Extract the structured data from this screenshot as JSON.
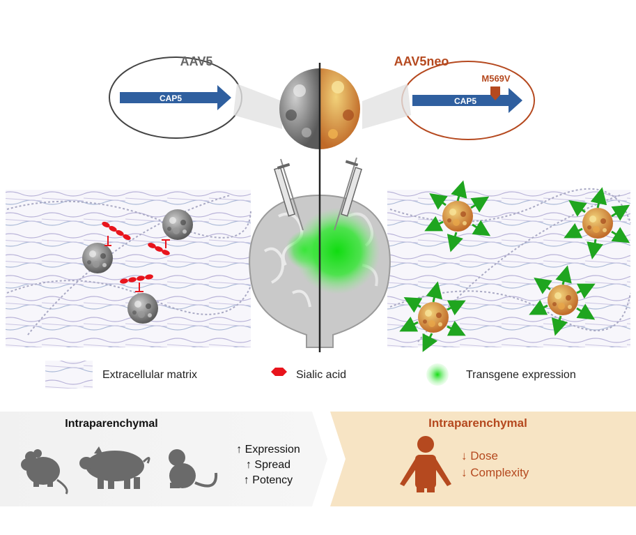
{
  "top": {
    "left_label": "AAV5",
    "left_gene": "CAP5",
    "right_label": "AAV5neo",
    "right_gene": "CAP5",
    "mutation": "M569V"
  },
  "legend": {
    "ecm": "Extracellular matrix",
    "sialic": "Sialic acid",
    "transgene": "Transgene expression"
  },
  "bottom": {
    "left_title": "Intraparenchymal",
    "left_effects": [
      "↑ Expression",
      "↑ Spread",
      "↑ Potency"
    ],
    "right_title": "Intraparenchymal",
    "right_effects": [
      "↓ Dose",
      "↓ Complexity"
    ]
  },
  "colors": {
    "cap_arrow": "#2f5f9f",
    "aav5neo": "#b5491f",
    "transgene_green": "#1fd01f",
    "sialic_red": "#e8141c",
    "left_panel": "#f3f3f3",
    "right_panel": "#f7e4c4"
  },
  "icons": [
    "syringe-icon",
    "brain-icon",
    "mouse-icon",
    "pig-icon",
    "monkey-icon",
    "human-icon",
    "capsid-icon"
  ]
}
